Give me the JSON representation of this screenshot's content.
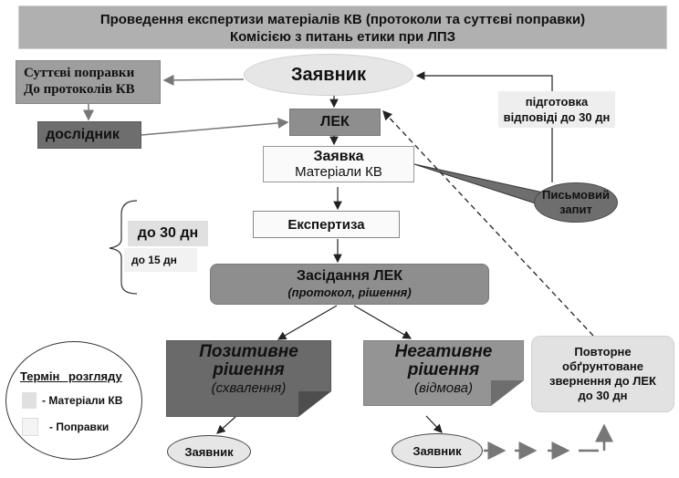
{
  "title": {
    "line1": "Проведення експертизи  матеріалів КВ (протоколи та суттєві поправки)",
    "line2": "Комісією з питань етики при ЛПЗ"
  },
  "nodes": {
    "amendments": {
      "line1": "Суттєві поправки",
      "line2": "До протоколів КВ"
    },
    "researcher": "дослідник",
    "applicant_top": "Заявник",
    "lek": "ЛЕК",
    "request": {
      "title": "Заявка",
      "subtitle": "Матеріали КВ"
    },
    "response_prep": {
      "line1": "підготовка",
      "line2": "відповіді до 30 дн"
    },
    "written_request": {
      "line1": "Письмовий",
      "line2": "запит"
    },
    "expertise": "Експертиза",
    "term_30": "до 30 дн",
    "term_15": "до 15 дн",
    "meeting": {
      "title": "Засідання ЛЕК",
      "subtitle": "(протокол, рішення)"
    },
    "positive": {
      "line1": "Позитивне",
      "line2": "рішення",
      "sub": "(схвалення)"
    },
    "negative": {
      "line1": "Негативне",
      "line2": "рішення",
      "sub": "(відмова)"
    },
    "repeat_appeal": {
      "line1": "Повторне",
      "line2": "обґрунтоване",
      "line3": "звернення до ЛЕК",
      "line4": "до 30 дн"
    },
    "applicant_pos": "Заявник",
    "applicant_neg": "Заявник"
  },
  "legend": {
    "title": "Термін розгляду",
    "items": [
      {
        "label": "- Матеріали КВ",
        "color": "#e0e0e0"
      },
      {
        "label": "- Поправки",
        "color": "#f2f2f2"
      }
    ]
  },
  "colors": {
    "title_bg": "#b0b0b0",
    "dark_box": "#6e6e6e",
    "mid_box": "#8e8e8e",
    "light_ellipse": "#e6e6e6"
  }
}
